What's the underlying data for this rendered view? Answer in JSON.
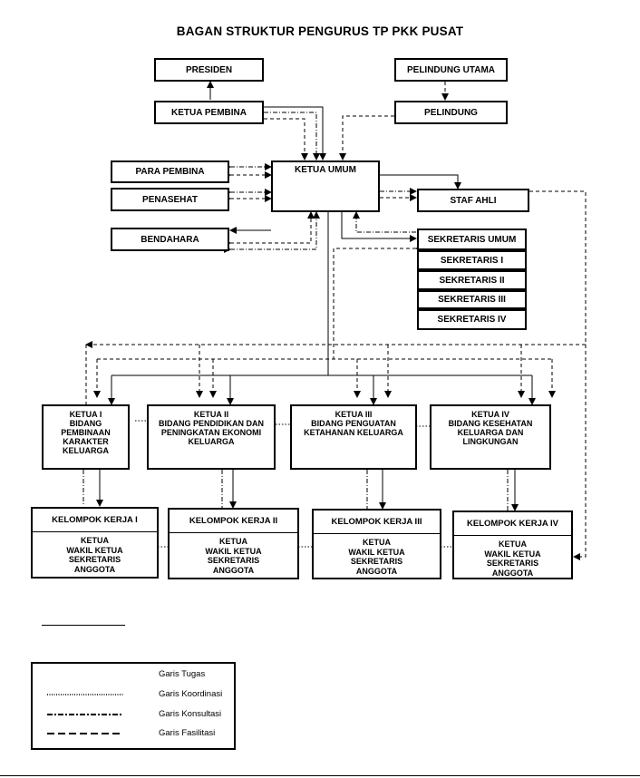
{
  "title": "BAGAN STRUKTUR PENGURUS TP PKK PUSAT",
  "nodes": {
    "presiden": "PRESIDEN",
    "pelindung_utama": "PELINDUNG UTAMA",
    "ketua_pembina": "KETUA PEMBINA",
    "pelindung": "PELINDUNG",
    "para_pembina": "PARA PEMBINA",
    "penasehat": "PENASEHAT",
    "bendahara": "BENDAHARA",
    "ketua_umum": "KETUA UMUM",
    "staf_ahli": "STAF AHLI",
    "sekretaris_umum": "SEKRETARIS UMUM",
    "sekretaris": [
      "SEKRETARIS I",
      "SEKRETARIS II",
      "SEKRETARIS III",
      "SEKRETARIS IV"
    ]
  },
  "bidang": [
    {
      "lines": [
        "KETUA I",
        "BIDANG",
        "PEMBINAAN",
        "KARAKTER",
        "KELUARGA"
      ]
    },
    {
      "lines": [
        "KETUA II",
        "BIDANG PENDIDIKAN DAN",
        "PENINGKATAN EKONOMI",
        "KELUARGA"
      ]
    },
    {
      "lines": [
        "KETUA III",
        "BIDANG PENGUATAN",
        "KETAHANAN KELUARGA"
      ]
    },
    {
      "lines": [
        "KETUA IV",
        "BIDANG KESEHATAN",
        "KELUARGA DAN",
        "LINGKUNGAN"
      ]
    }
  ],
  "pokja": [
    {
      "header": "KELOMPOK KERJA I",
      "members": [
        "KETUA",
        "WAKIL KETUA",
        "SEKRETARIS",
        "ANGGOTA"
      ]
    },
    {
      "header": "KELOMPOK KERJA II",
      "members": [
        "KETUA",
        "WAKIL KETUA",
        "SEKRETARIS",
        "ANGGOTA"
      ]
    },
    {
      "header": "KELOMPOK KERJA III",
      "members": [
        "KETUA",
        "WAKIL KETUA",
        "SEKRETARIS",
        "ANGGOTA"
      ]
    },
    {
      "header": "KELOMPOK KERJA IV",
      "members": [
        "KETUA",
        "WAKIL KETUA",
        "SEKRETARIS",
        "ANGGOTA"
      ]
    }
  ],
  "legend": {
    "tugas": "Garis Tugas",
    "koordinasi": "Garis Koordinasi",
    "konsultasi": "Garis Konsultasi",
    "fasilitasi": "Garis Fasilitasi"
  }
}
